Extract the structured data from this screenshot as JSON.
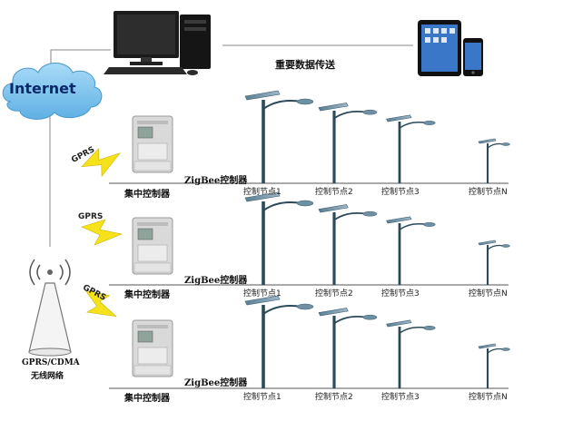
{
  "internet_label": "Internet",
  "data_transfer_label": "重要数据传送",
  "wireless_label_line1": "GPRS/CDMA",
  "wireless_label_line2": "无线网络",
  "rows": [
    {
      "gprs_label": "GPRS",
      "concentrator_label": "集中控制器",
      "zigbee_label": "ZigBee控制器",
      "nodes": [
        "控制节点1",
        "控制节点2",
        "控制节点3",
        "控制节点N"
      ]
    },
    {
      "gprs_label": "GPRS",
      "concentrator_label": "集中控制器",
      "zigbee_label": "ZigBee控制器",
      "nodes": [
        "控制节点1",
        "控制节点2",
        "控制节点3",
        "控制节点N"
      ]
    },
    {
      "gprs_label": "GPRS",
      "concentrator_label": "集中控制器",
      "zigbee_label": "ZigBee控制器",
      "nodes": [
        "控制节点1",
        "控制节点2",
        "控制节点3",
        "控制节点N"
      ]
    }
  ],
  "colors": {
    "cloud": "#7ec4ee",
    "lightning": "#f5e21a",
    "pole": "#2a4a5a",
    "meter": "#d9d9d9",
    "line": "#444444"
  }
}
